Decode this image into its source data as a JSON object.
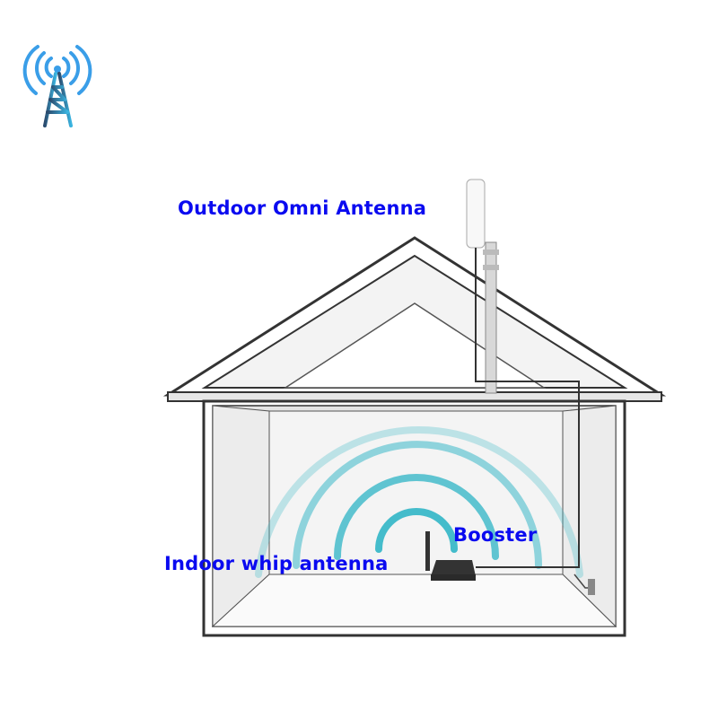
{
  "labels": {
    "outdoor_antenna": "Outdoor Omni Antenna",
    "booster": "Booster",
    "indoor_antenna": "Indoor whip antenna"
  },
  "colors": {
    "label": "#0a0af0",
    "signal_wave": "#3ab8c8",
    "tower_icon": "#3a9ee8"
  }
}
